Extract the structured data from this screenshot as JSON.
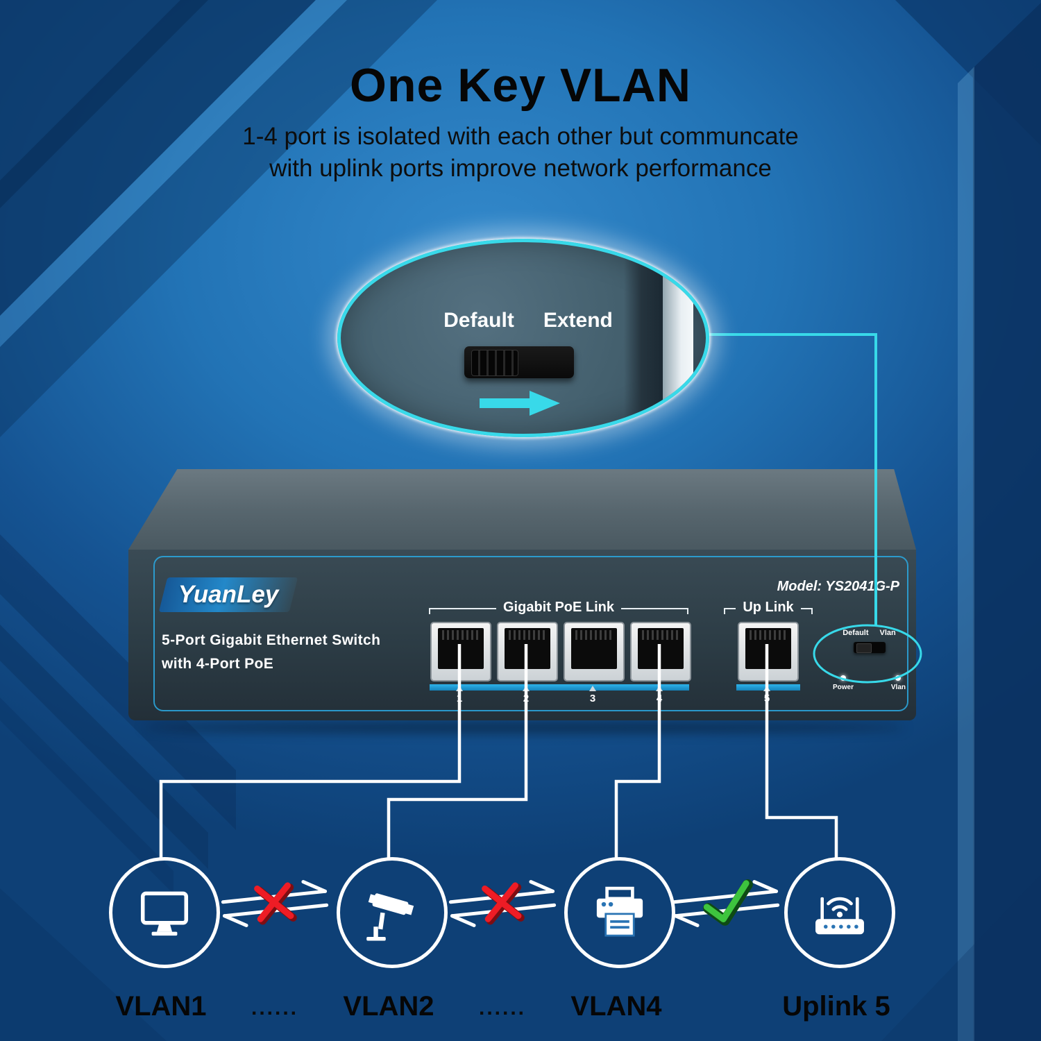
{
  "header": {
    "title": "One Key VLAN",
    "subtitle_line1": "1-4 port is isolated with each other but communcate",
    "subtitle_line2": "with uplink ports improve network performance"
  },
  "callout": {
    "default_label": "Default",
    "extend_label": "Extend"
  },
  "device": {
    "brand": "YuanLey",
    "model": "Model: YS2041G-P",
    "description_line1": "5-Port Gigabit Ethernet Switch",
    "description_line2": "with 4-Port PoE",
    "poe_group_label": "Gigabit PoE Link",
    "uplink_group_label": "Up Link",
    "port_numbers": [
      "1",
      "2",
      "3",
      "4",
      "5"
    ],
    "toggle": {
      "left_label": "Default",
      "right_label": "Vlan"
    },
    "leds": [
      {
        "label": "Power"
      },
      {
        "label": "Vlan"
      }
    ]
  },
  "endpoints": [
    {
      "label": "VLAN1",
      "icon": "monitor-icon"
    },
    {
      "label": "VLAN2",
      "icon": "cctv-camera-icon"
    },
    {
      "label": "VLAN4",
      "icon": "printer-icon"
    },
    {
      "label": "Uplink 5",
      "icon": "wifi-router-icon"
    }
  ],
  "connections": [
    {
      "from": "VLAN1",
      "to": "VLAN2",
      "status": "blocked"
    },
    {
      "from": "VLAN2",
      "to": "VLAN4",
      "status": "blocked"
    },
    {
      "from": "VLAN4",
      "to": "Uplink 5",
      "status": "allowed"
    }
  ],
  "separators": [
    "......",
    "......"
  ],
  "colors": {
    "accent_cyan": "#38d9e9",
    "port_bar_blue": "#1d9ad2",
    "blocked_red": "#ee1c25",
    "allowed_green": "#3ec43e",
    "panel_dark": "#2c3c45",
    "background_blue": "#2273b5"
  }
}
